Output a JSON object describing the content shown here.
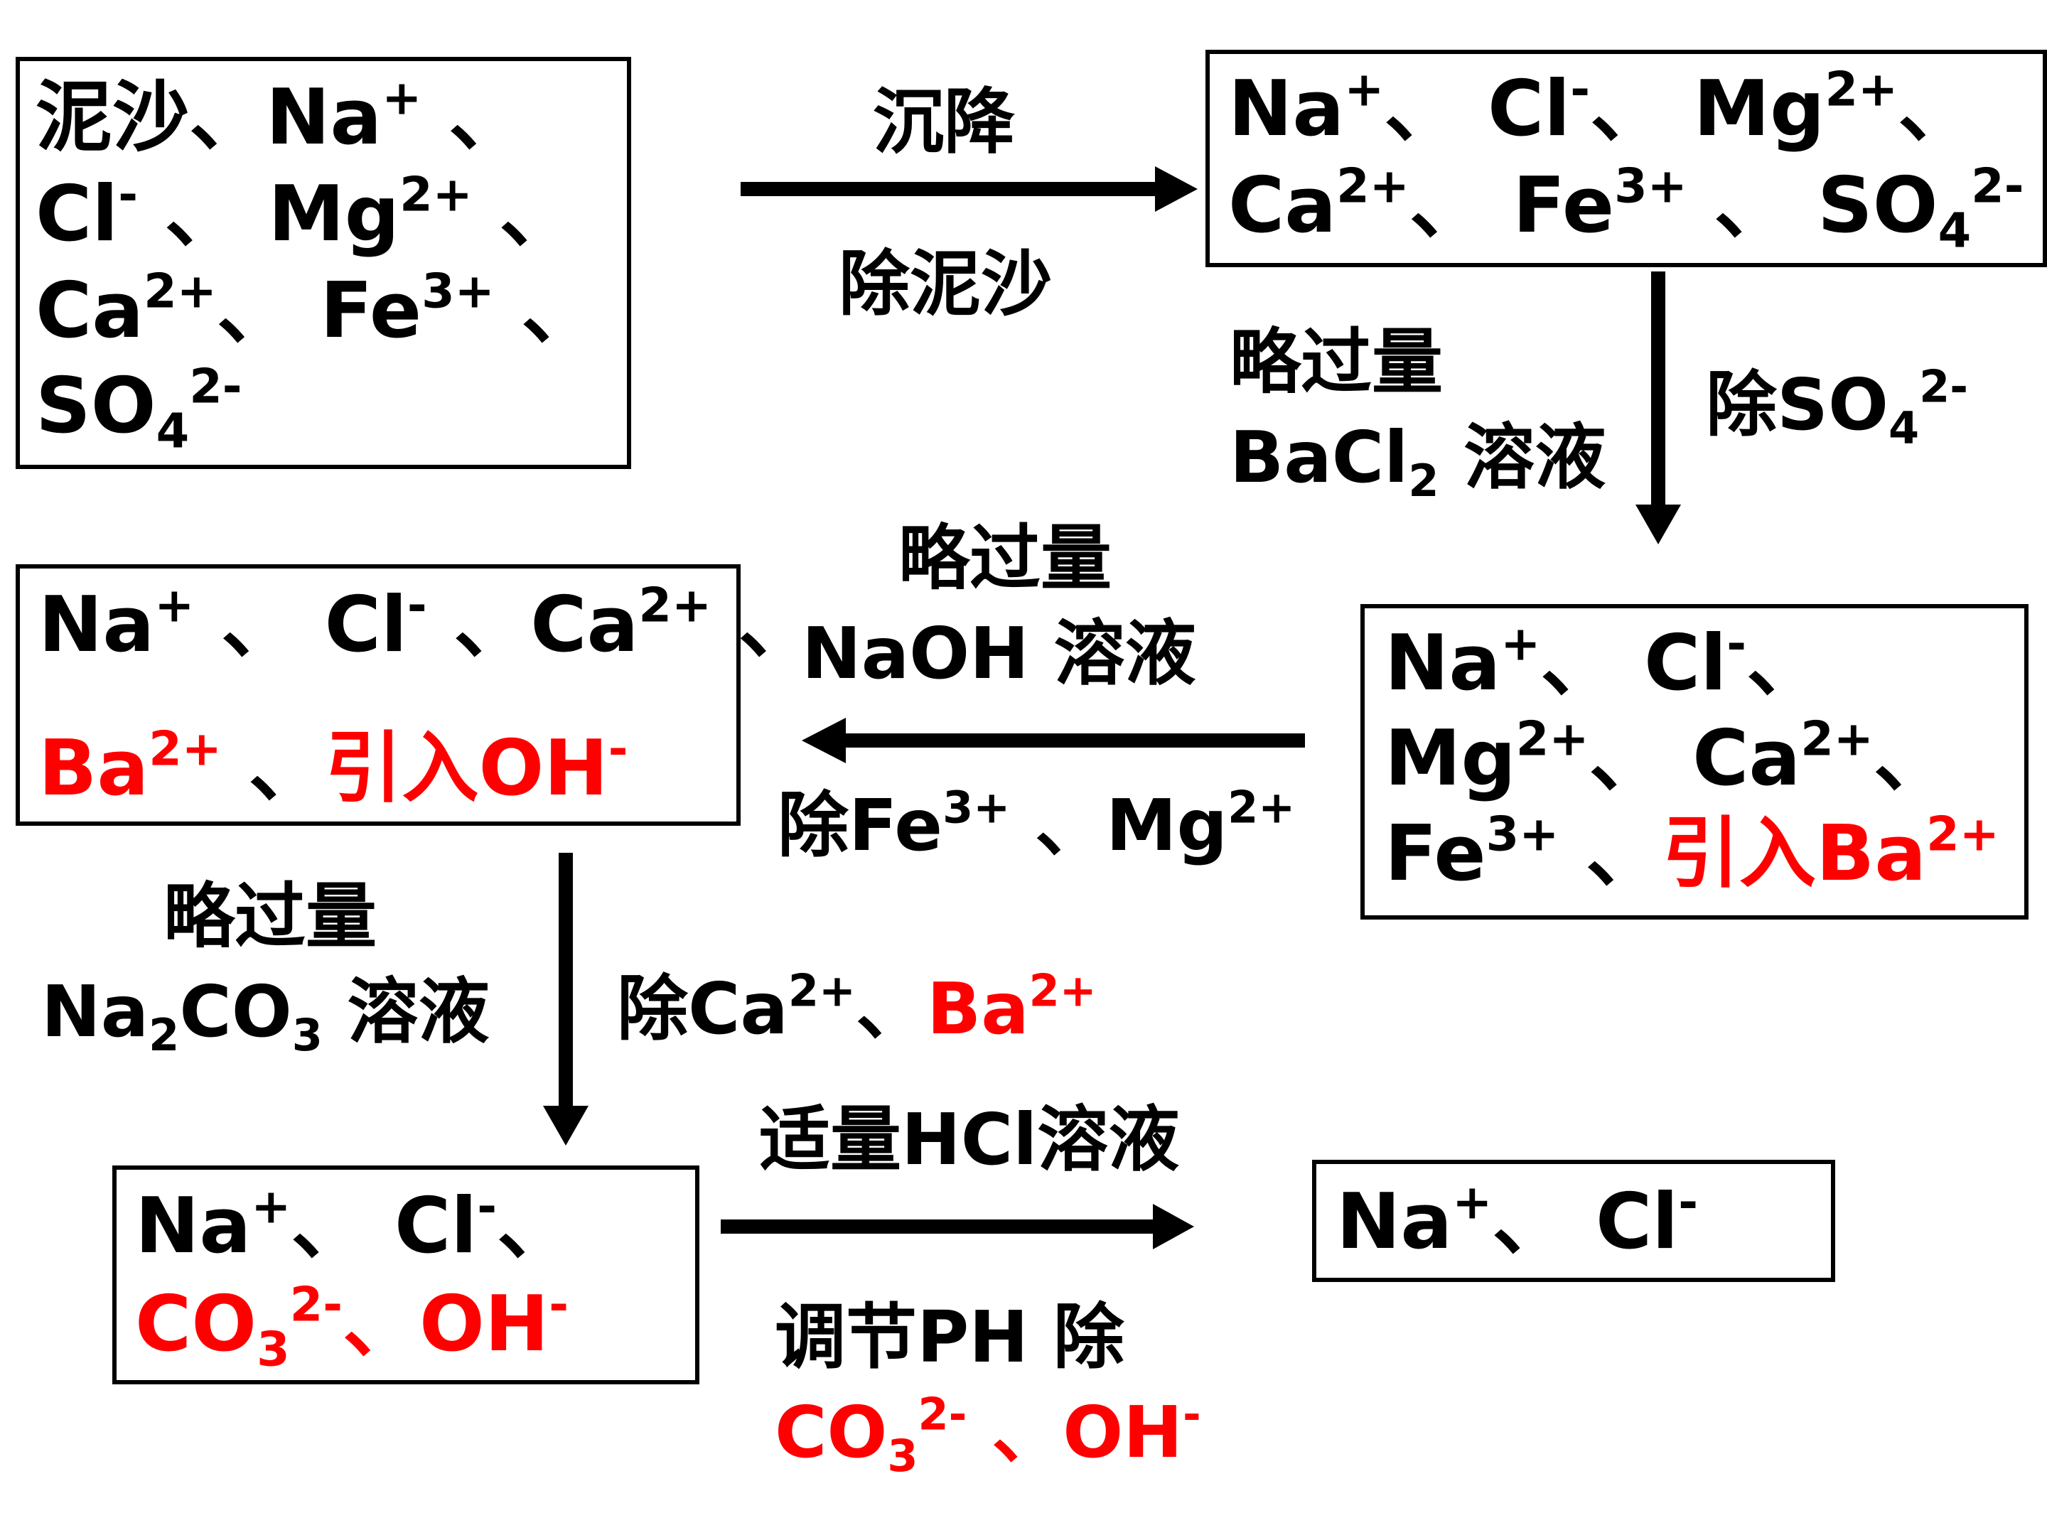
{
  "colors": {
    "text": "#000000",
    "highlight": "#ff0000",
    "background": "#ffffff"
  },
  "box1": {
    "line1": {
      "a": "泥沙、Na",
      "sup1": "+",
      "b": " 、"
    },
    "line2": {
      "a": "Cl",
      "sup1": "-",
      "b": " 、 Mg",
      "sup2": "2+",
      "c": " 、"
    },
    "line3": {
      "a": "Ca",
      "sup1": "2+",
      "b": "、 Fe",
      "sup2": "3+",
      "c": " 、"
    },
    "line4": {
      "a": "SO",
      "sub1": "4",
      "sup1": "2-"
    }
  },
  "step1": {
    "top": "沉降",
    "bottom": "除泥沙"
  },
  "box2": {
    "line1": {
      "a": "Na",
      "sup1": "+",
      "b": "、 Cl",
      "sup2": "-",
      "c": "、 Mg",
      "sup3": "2+",
      "d": "、"
    },
    "line2": {
      "a": "Ca",
      "sup1": "2+",
      "b": "、 Fe",
      "sup2": "3+",
      "c": " 、 SO",
      "sub1": "4",
      "sup3": "2-"
    }
  },
  "step2": {
    "left1": "略过量",
    "left2_a": "BaCl",
    "left2_sub": "2",
    "left2_b": " 溶液",
    "right_a": "除SO",
    "right_sub": "4",
    "right_sup": "2-"
  },
  "box3": {
    "line1": {
      "a": "Na",
      "sup1": "+",
      "b": "、 Cl",
      "sup2": "-",
      "c": "、"
    },
    "line2": {
      "a": "Mg",
      "sup1": "2+",
      "b": "、 Ca",
      "sup2": "2+",
      "c": "、"
    },
    "line3": {
      "a": "Fe",
      "sup1": "3+",
      "b": " 、",
      "red": "引入Ba",
      "red_sup": "2+"
    }
  },
  "step3": {
    "top1": "略过量",
    "top2": "NaOH 溶液",
    "bottom_a": "除Fe",
    "bottom_sup1": "3+",
    "bottom_b": " 、Mg",
    "bottom_sup2": "2+"
  },
  "box4": {
    "line1": {
      "a": "Na",
      "sup1": "+",
      "b": " 、 Cl",
      "sup2": "-",
      "c": " 、Ca",
      "sup3": "2+",
      "d": " 、"
    },
    "line2": {
      "red_a": "Ba",
      "red_sup1": "2+",
      "b": " 、",
      "red_b": "引入OH",
      "red_sup2": "-"
    }
  },
  "step4": {
    "left1": "略过量",
    "left2_a": "Na",
    "left2_sub1": "2",
    "left2_b": "CO",
    "left2_sub2": "3",
    "left2_c": " 溶液",
    "right_a": "除Ca",
    "right_sup1": "2+",
    "right_b": "、",
    "right_red": "Ba",
    "right_red_sup": "2+"
  },
  "box5": {
    "line1": {
      "a": "Na",
      "sup1": "+",
      "b": "、 Cl",
      "sup2": "-",
      "c": "、"
    },
    "line2": {
      "red_a": "CO",
      "red_sub": "3",
      "red_sup1": "2-",
      "red_b": "、OH",
      "red_sup2": "-"
    }
  },
  "step5": {
    "top": "适量HCl溶液",
    "bottom1": "调节PH  除",
    "bottom2_a": "CO",
    "bottom2_sub": "3",
    "bottom2_sup1": "2-",
    "bottom2_b": " 、OH",
    "bottom2_sup2": "-"
  },
  "box6": {
    "a": "Na",
    "sup1": "+",
    "b": "、 Cl",
    "sup2": "-"
  }
}
